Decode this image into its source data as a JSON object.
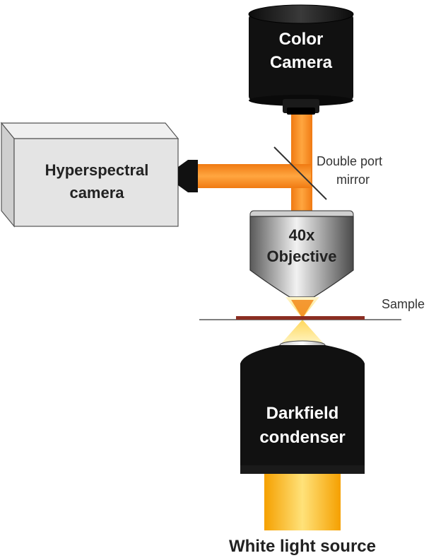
{
  "diagram": {
    "color_camera": {
      "line1": "Color",
      "line2": "Camera"
    },
    "hyperspectral_camera": {
      "line1": "Hyperspectral",
      "line2": "camera"
    },
    "mirror": {
      "line1": "Double port",
      "line2": "mirror"
    },
    "objective": {
      "line1": "40x",
      "line2": "Objective"
    },
    "sample": {
      "label": "Sample"
    },
    "condenser": {
      "line1": "Darkfield",
      "line2": "condenser"
    },
    "light_source": {
      "label": "White light source"
    }
  },
  "colors": {
    "beam": "#f28a1c",
    "light": "#f7b21e",
    "camera_body": "#111111",
    "hyperspectral_body": "#e4e4e4",
    "sample_slide": "#8b2d22"
  }
}
